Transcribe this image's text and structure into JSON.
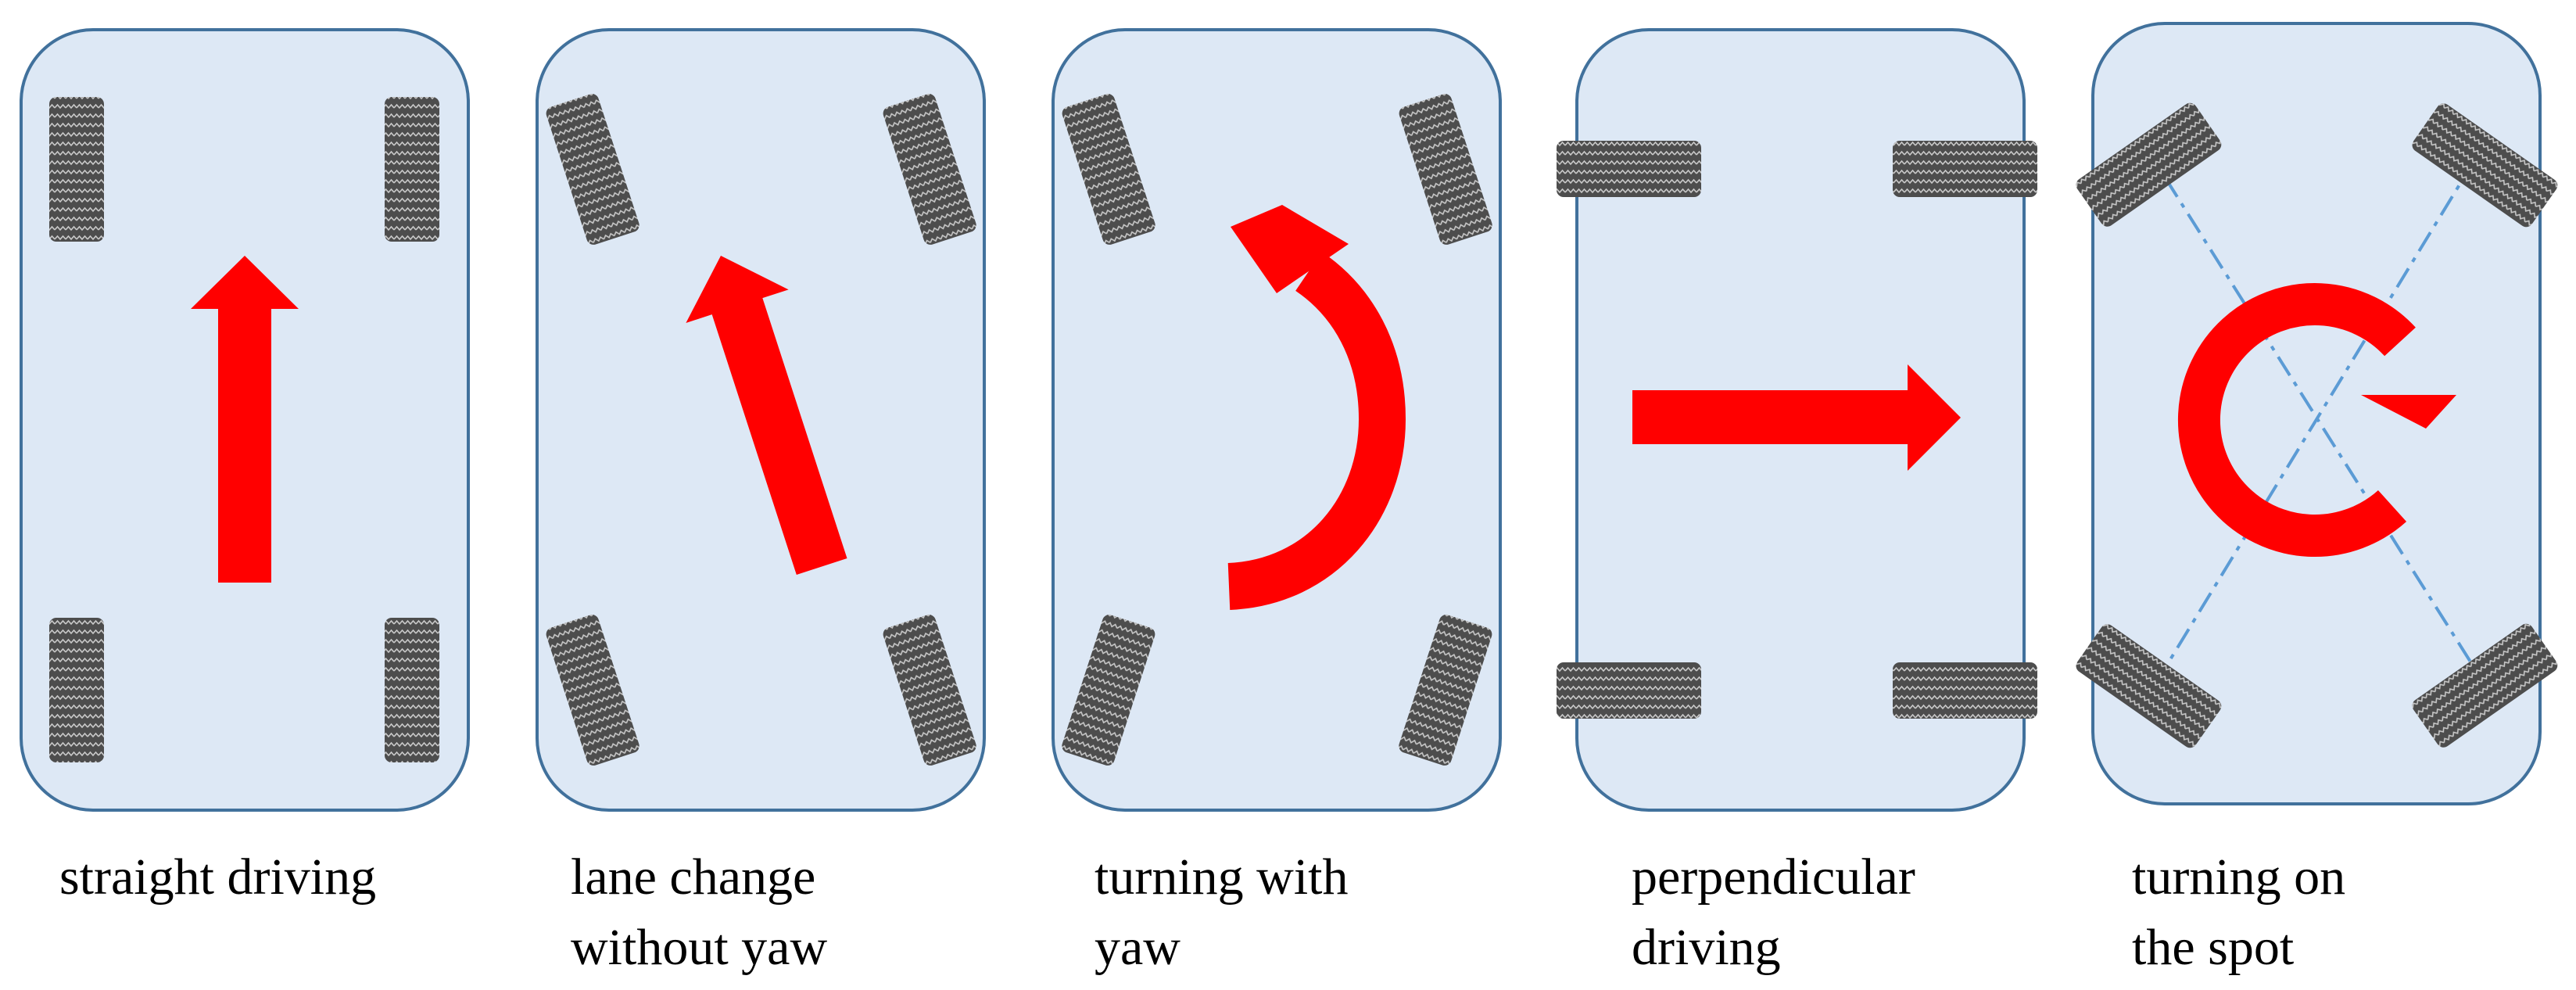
{
  "colors": {
    "chassis_fill": "#dde8f5",
    "chassis_stroke": "#41719c",
    "wheel_fill": "#4d4d4d",
    "wheel_tread": "#c8c8c8",
    "arrow": "#ff0000",
    "axis_line": "#5b9bd5"
  },
  "modes": [
    {
      "id": "straight-driving",
      "caption_lines": [
        "straight driving"
      ],
      "wheel_pattern": "straight",
      "arrow": "up"
    },
    {
      "id": "lane-change",
      "caption_lines": [
        "lane change",
        "without yaw"
      ],
      "wheel_pattern": "all-tilted",
      "arrow": "diagonal-up-left"
    },
    {
      "id": "turning-with-yaw",
      "caption_lines": [
        "turning with",
        "yaw"
      ],
      "wheel_pattern": "ackermann",
      "arrow": "curved-counterclockwise"
    },
    {
      "id": "perpendicular-driving",
      "caption_lines": [
        "perpendicular",
        "driving"
      ],
      "wheel_pattern": "sideways",
      "arrow": "right"
    },
    {
      "id": "turning-on-spot",
      "caption_lines": [
        "turning on",
        "the spot"
      ],
      "wheel_pattern": "rotate-in-place",
      "arrow": "circular-clockwise"
    }
  ]
}
